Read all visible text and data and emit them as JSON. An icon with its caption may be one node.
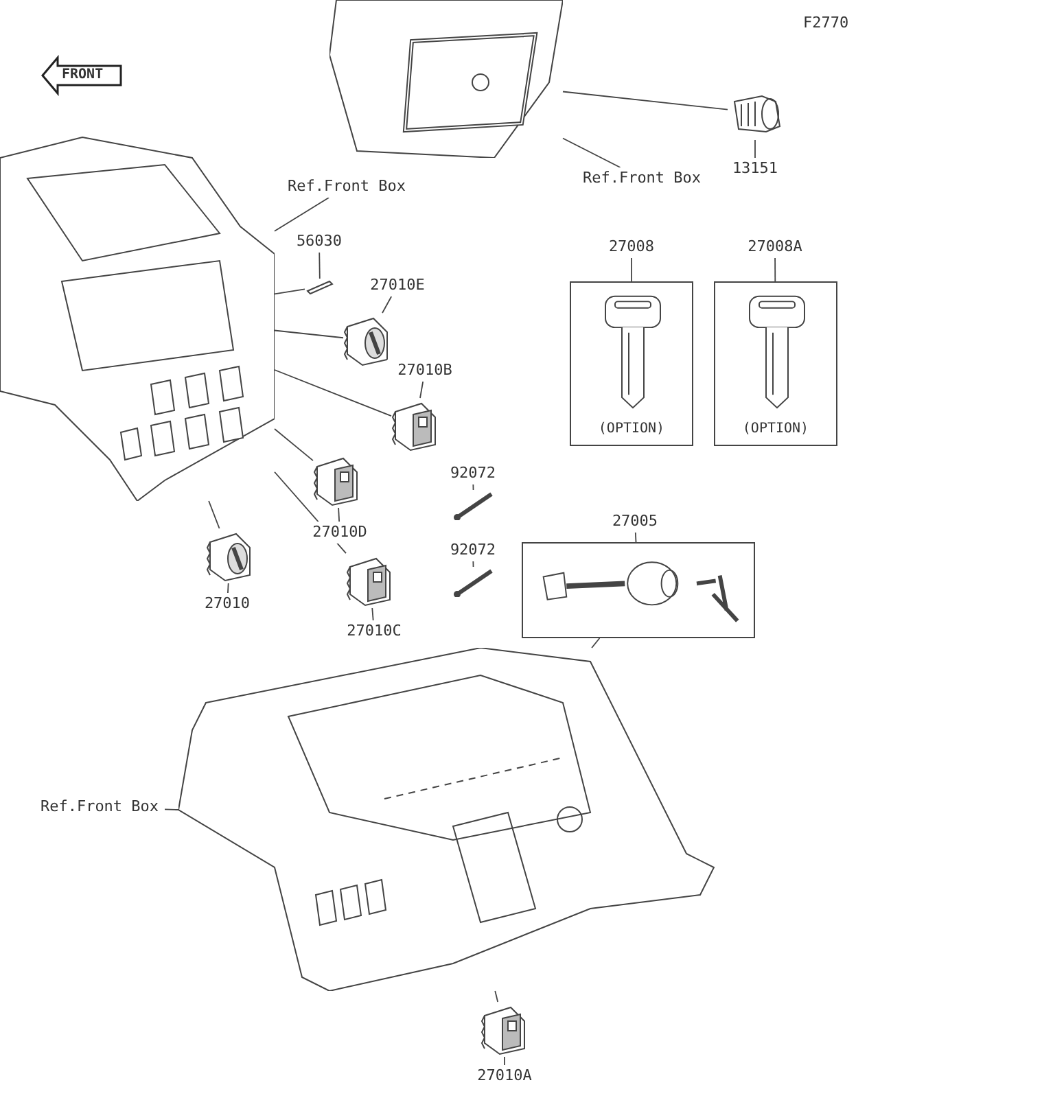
{
  "diagram": {
    "nodes": [
      {
        "text": [
          "Ref.Front Box"
        ]
      },
      {
        "text": [],
        "shape": "picture"
      },
      {
        "text": [
          "Ref.Front Box"
        ]
      },
      {
        "text": [],
        "shape": "picture"
      },
      {
        "text": [
          "13151"
        ]
      },
      {
        "text": [],
        "shape": "picture"
      },
      {
        "text": [
          "27008"
        ]
      },
      {
        "text": [
          "(OPTION)"
        ]
      },
      {
        "text": [
          "27008A"
        ]
      },
      {
        "text": [
          "(OPTION)"
        ]
      },
      {
        "text": [
          "56030"
        ]
      },
      {
        "text": [],
        "shape": "picture"
      },
      {
        "text": [
          "27010E"
        ]
      },
      {
        "text": [],
        "shape": "picture"
      },
      {
        "text": [
          "27010B"
        ]
      },
      {
        "text": [],
        "shape": "picture"
      },
      {
        "text": [
          "27010D"
        ]
      },
      {
        "text": [],
        "shape": "picture"
      },
      {
        "text": [
          "27010"
        ]
      },
      {
        "text": [],
        "shape": "picture"
      },
      {
        "text": [
          "27010C"
        ]
      },
      {
        "text": [],
        "shape": "picture"
      },
      {
        "text": [
          "92072"
        ]
      },
      {
        "text": [],
        "shape": "picture"
      },
      {
        "text": [
          "92072"
        ]
      },
      {
        "text": [],
        "shape": "picture"
      },
      {
        "text": [
          "27005"
        ]
      },
      {
        "text": [],
        "shape": "box"
      },
      {
        "text": [
          "Ref.Front Box"
        ]
      },
      {
        "text": [],
        "shape": "picture"
      },
      {
        "text": [
          "27010A"
        ]
      },
      {
        "text": [],
        "shape": "picture"
      }
    ],
    "edges": [
      {
        "from": 0,
        "to": 1,
        "arrow": "none"
      },
      {
        "from": 2,
        "to": 3,
        "arrow": "none"
      },
      {
        "from": 4,
        "to": 5,
        "arrow": "none"
      },
      {
        "from": 6,
        "to": 7,
        "arrow": "none"
      },
      {
        "from": 8,
        "to": 9,
        "arrow": "none"
      },
      {
        "from": 10,
        "to": 11,
        "arrow": "none"
      },
      {
        "from": 12,
        "to": 13,
        "arrow": "none"
      },
      {
        "from": 14,
        "to": 15,
        "arrow": "none"
      },
      {
        "from": 16,
        "to": 17,
        "arrow": "none"
      },
      {
        "from": 18,
        "to": 19,
        "arrow": "none"
      },
      {
        "from": 20,
        "to": 21,
        "arrow": "none"
      },
      {
        "from": 22,
        "to": 23,
        "arrow": "none"
      },
      {
        "from": 24,
        "to": 25,
        "arrow": "none"
      },
      {
        "from": 26,
        "to": 27,
        "arrow": "none"
      },
      {
        "from": 28,
        "to": 29,
        "arrow": "none"
      },
      {
        "from": 30,
        "to": 31,
        "arrow": "none"
      },
      {
        "from": 5,
        "to": 3,
        "arrow": "none"
      },
      {
        "from": 11,
        "to": 1,
        "arrow": "none"
      },
      {
        "from": 13,
        "to": 1,
        "arrow": "none"
      },
      {
        "from": 15,
        "to": 1,
        "arrow": "none"
      },
      {
        "from": 17,
        "to": 1,
        "arrow": "none"
      },
      {
        "from": 19,
        "to": 1,
        "arrow": "none"
      },
      {
        "from": 21,
        "to": 1,
        "arrow": "none"
      },
      {
        "from": 27,
        "to": 29,
        "arrow": "none"
      },
      {
        "from": 31,
        "to": 29,
        "arrow": "none"
      }
    ],
    "labels": [
      "F2770",
      "FRONT"
    ]
  }
}
